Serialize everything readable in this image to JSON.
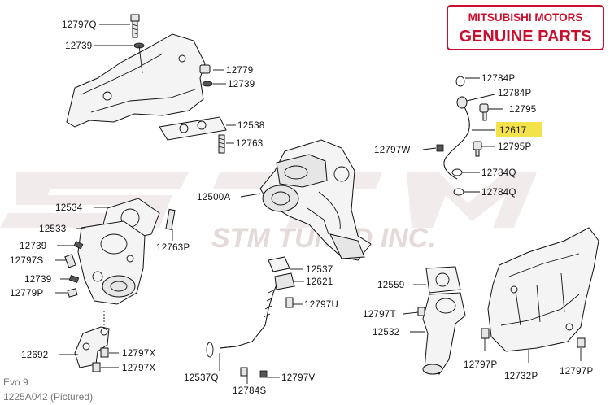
{
  "badge": {
    "line1": "MITSUBISHI MOTORS",
    "line2": "GENUINE PARTS",
    "color": "#c8102e"
  },
  "watermark": {
    "text": "STM TUNED INC."
  },
  "caption": {
    "model": "Evo 9",
    "code": "1225A042  (Pictured)"
  },
  "highlight_color": "#f3e24a",
  "labels": {
    "p12797Q_top": "12797Q",
    "p12739_top": "12739",
    "p12779_top": "12779",
    "p12739_mid": "12739",
    "p12538": "12538",
    "p12763": "12763",
    "p12534": "12534",
    "p12500A": "12500A",
    "p12533": "12533",
    "p12763P": "12763P",
    "p12739_left": "12739",
    "p12797S": "12797S",
    "p12739_left2": "12739",
    "p12779P": "12779P",
    "p12692": "12692",
    "p12797X_a": "12797X",
    "p12797X_b": "12797X",
    "p12537": "12537",
    "p12621": "12621",
    "p12797U": "12797U",
    "p12537Q": "12537Q",
    "p12784S": "12784S",
    "p12797V": "12797V",
    "p12784P_a": "12784P",
    "p12784P_b": "12784P",
    "p12795": "12795",
    "p12617": "12617",
    "p12797W": "12797W",
    "p12795P": "12795P",
    "p12784Q_a": "12784Q",
    "p12784Q_b": "12784Q",
    "p12559": "12559",
    "p12797T": "12797T",
    "p12532": "12532",
    "p12797P_a": "12797P",
    "p12732P": "12732P",
    "p12797P_b": "12797P"
  }
}
